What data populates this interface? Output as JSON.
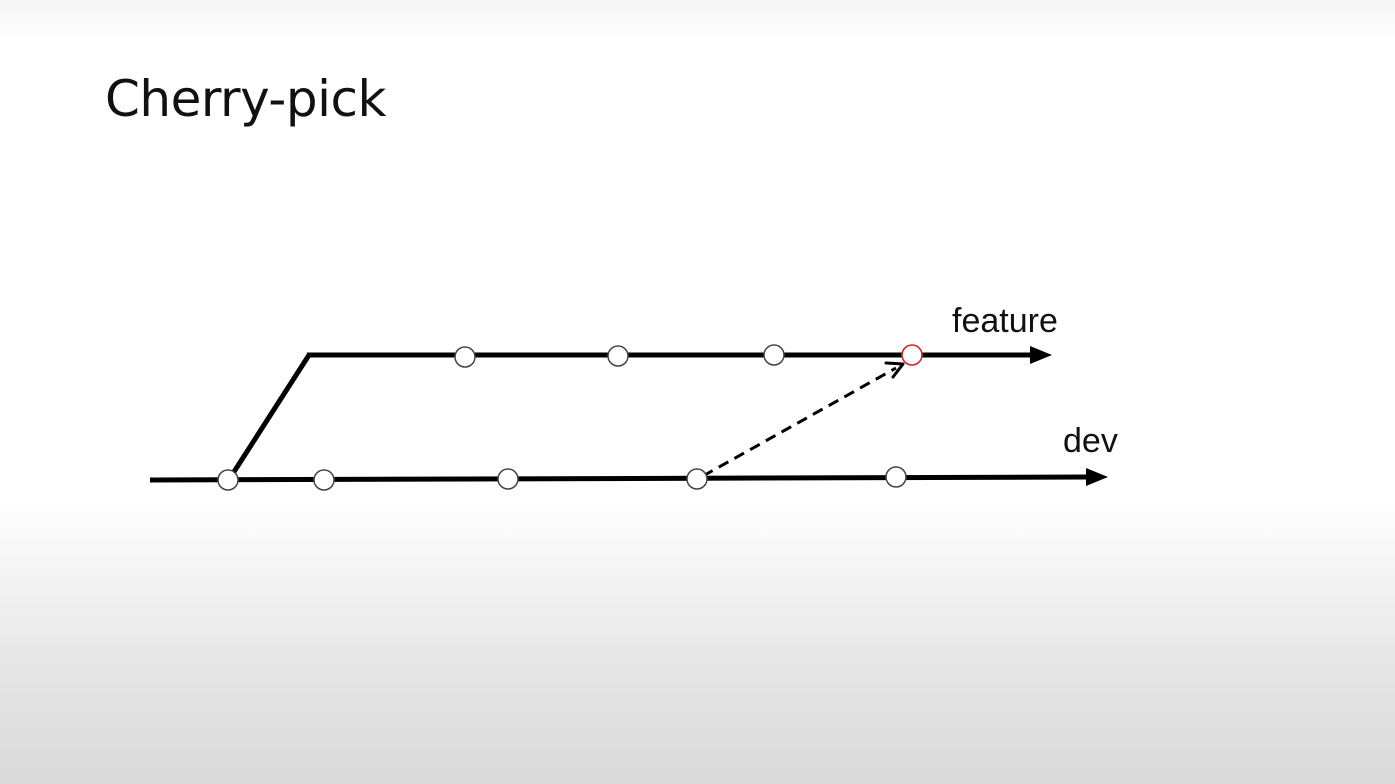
{
  "title": "Cherry-pick",
  "branches": [
    {
      "name": "feature"
    },
    {
      "name": "dev"
    }
  ],
  "colors": {
    "line": "#000000",
    "commit_fill": "#ffffff",
    "commit_stroke": "#333333",
    "cherry_picked_commit_stroke": "#d62020"
  }
}
